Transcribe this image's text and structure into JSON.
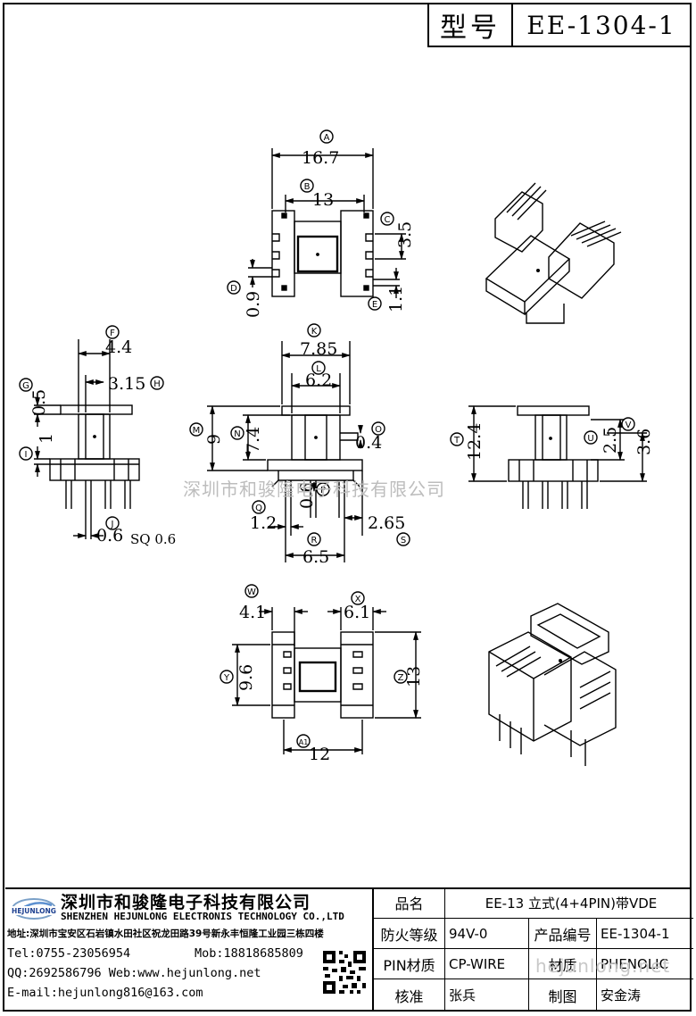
{
  "header": {
    "model_label": "型号",
    "model_value": "EE-1304-1"
  },
  "dimensions": {
    "A": "16.7",
    "B": "13",
    "C": "3.5",
    "D": "0.9",
    "E": "1.1",
    "F": "4.4",
    "G": "0.5",
    "H": "3.15",
    "I": "1",
    "J": "0.6",
    "J_sq": "SQ 0.6",
    "K": "7.85",
    "L": "6.2",
    "M": "9",
    "N": "7.4",
    "O": "0.4",
    "P": "0.6",
    "Q": "1.2",
    "R": "6.5",
    "S": "2.65",
    "T": "12.4",
    "U": "2.5",
    "V": "3.6",
    "W": "4.1",
    "X": "6.1",
    "Y": "9.6",
    "Z": "13",
    "A1": "12"
  },
  "callouts": {
    "A": "A",
    "B": "B",
    "C": "C",
    "D": "D",
    "E": "E",
    "F": "F",
    "G": "G",
    "H": "H",
    "I": "I",
    "J": "J",
    "K": "K",
    "L": "L",
    "M": "M",
    "N": "N",
    "O": "O",
    "P": "P",
    "Q": "Q",
    "R": "R",
    "S": "S",
    "T": "T",
    "U": "U",
    "V": "V",
    "W": "W",
    "X": "X",
    "Y": "Y",
    "Z": "Z",
    "A1": "A1"
  },
  "watermark": "深圳市和骏隆电子科技有限公司",
  "watermark_web": "hejunlong.net",
  "company": {
    "logo_text": "HEJUNLONG",
    "name_cn": "深圳市和骏隆电子科技有限公司",
    "name_en": "SHENZHEN HEJUNLONG ELECTRONIS TECHNOLOGY CO.,LTD",
    "address": "地址:深圳市宝安区石岩镇水田社区祝龙田路39号新永丰恒隆工业园三栋四楼",
    "tel": "Tel:0755-23056954",
    "mob": "Mob:18818685809",
    "qq_web": "QQ:2692586796 Web:www.hejunlong.net",
    "email": "E-mail:hejunlong816@163.com"
  },
  "spec": {
    "name_label": "品名",
    "name_value": "EE-13 立式(4+4PIN)带VDE",
    "fire_label": "防火等级",
    "fire_value": "94V-0",
    "code_label": "产品编号",
    "code_value": "EE-1304-1",
    "pin_label": "PIN材质",
    "pin_value": "CP-WIRE",
    "mat_label": "材质",
    "mat_value": "PHENOLIC",
    "check_label": "核准",
    "check_value": "张兵",
    "draw_label": "制图",
    "draw_value": "安金涛"
  }
}
